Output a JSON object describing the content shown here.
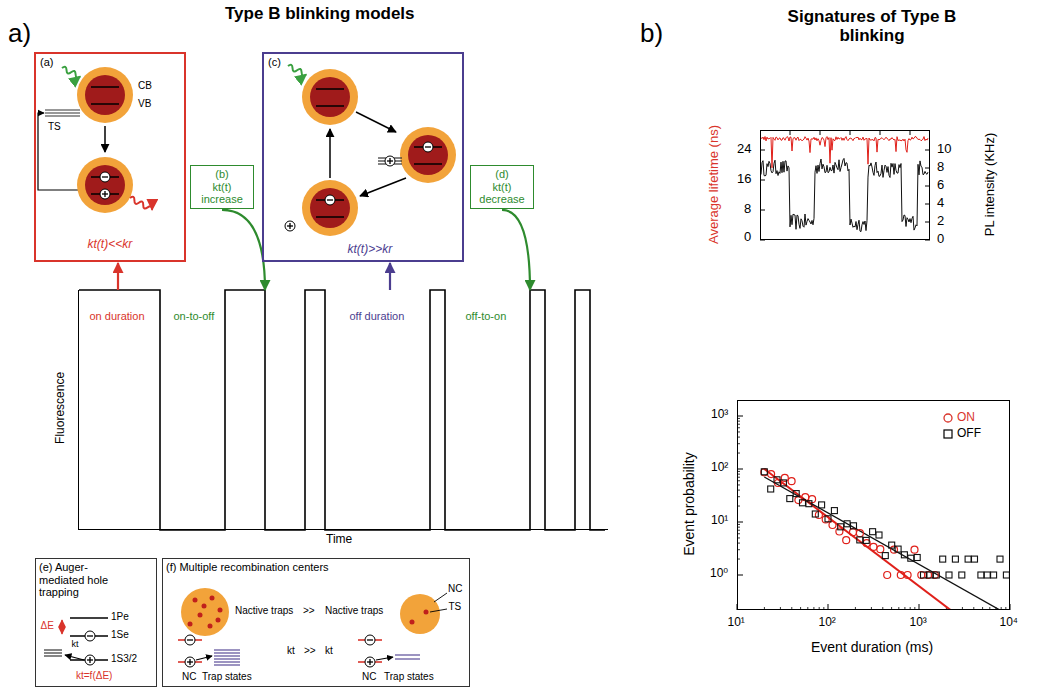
{
  "diagram": {
    "nodes": [
      {
        "text": [
          "(a)",
          "CB",
          "VB",
          "TS",
          "kt(t)<<kr"
        ]
      },
      {
        "text": [
          "(b)",
          "kt(t) increase"
        ]
      },
      {
        "text": [
          "(c)",
          "kt(t)>>kr"
        ]
      },
      {
        "text": [
          "(d)",
          "kt(t) decrease"
        ]
      },
      {
        "text": [
          "on duration",
          "on-to-off",
          "off duration",
          "off-to-on",
          "Fluorescence",
          "Time"
        ]
      },
      {
        "text": [
          "(e) Auger-mediated hole trapping",
          "ΔE",
          "1Pe",
          "1Se",
          "kt",
          "1S3/2",
          "kt=f(ΔE)"
        ]
      },
      {
        "text": [
          "(f) Multiple recombination centers",
          "NC",
          "TS",
          "Nactive traps",
          ">>",
          "Nactive traps",
          "NC",
          "Trap states",
          "kt",
          ">>",
          "kt",
          "NC",
          "Trap states"
        ]
      },
      {
        "text": [
          "Average lifetime (ns)",
          "PL intensity (KHz)",
          "24",
          "16",
          "8",
          "0",
          "10",
          "8",
          "6",
          "4",
          "2",
          "0"
        ]
      },
      {
        "text": [
          "Event probability",
          "Event duration (ms)",
          "10³",
          "10²",
          "10¹",
          "10⁰",
          "10¹",
          "10²",
          "10³",
          "10⁴"
        ]
      }
    ],
    "edges": [
      {
        "from": 4,
        "to": 0,
        "arrow": "to"
      },
      {
        "from": 1,
        "to": 4,
        "arrow": "to"
      },
      {
        "from": 4,
        "to": 2,
        "arrow": "to"
      },
      {
        "from": 3,
        "to": 4,
        "arrow": "to"
      }
    ],
    "labels": [
      "a)",
      "Type B blinking models",
      "b)",
      "Signatures of Type B blinking"
    ],
    "legend": [
      {
        "text": "ON"
      },
      {
        "text": "OFF"
      }
    ]
  }
}
